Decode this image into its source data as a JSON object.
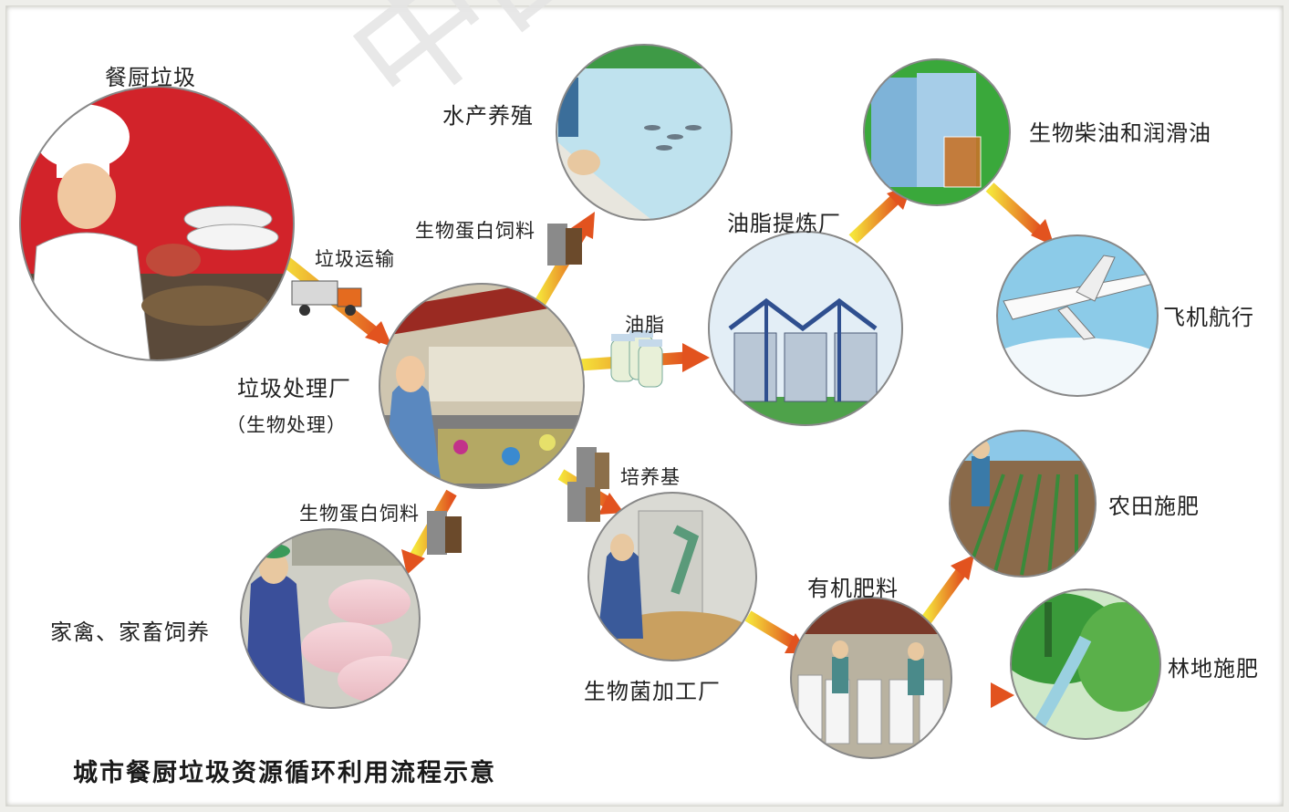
{
  "watermark": "中国地",
  "title": "城市餐厨垃圾资源循环利用流程示意",
  "nodes": {
    "kitchen_waste": "餐厨垃圾",
    "aquaculture": "水产养殖",
    "processing_plant": "垃圾处理厂",
    "processing_plant_sub": "（生物处理）",
    "oil_refinery": "油脂提炼厂",
    "biodiesel": "生物柴油和润滑油",
    "aircraft": "飞机航行",
    "livestock": "家禽、家畜饲养",
    "bio_plant": "生物菌加工厂",
    "organic_fertilizer": "有机肥料",
    "farmland": "农田施肥",
    "forest": "林地施肥"
  },
  "edges": {
    "transport": "垃圾运输",
    "feed_up": "生物蛋白饲料",
    "grease": "油脂",
    "medium": "培养基",
    "feed_down": "生物蛋白饲料"
  },
  "colors": {
    "arrow_start": "#f5e43a",
    "arrow_end": "#e2531f",
    "red": "#d2232a",
    "water": "#bfe2ee",
    "green": "#3aa83b",
    "sky": "#8ccbe8"
  }
}
